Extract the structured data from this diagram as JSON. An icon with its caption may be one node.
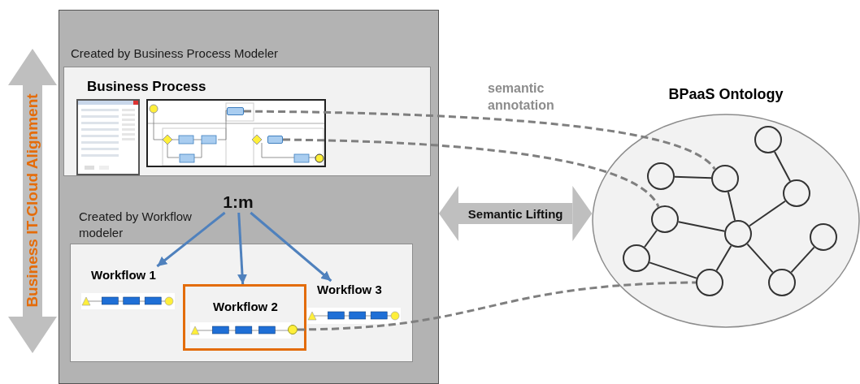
{
  "diagram": {
    "nodes": [
      {
        "text": [],
        "shape": "box"
      },
      {
        "text": [
          "Created by Business Process Modeler",
          "Business Process"
        ],
        "in": 0
      },
      {
        "text": [],
        "shape": "box",
        "in": 1
      },
      {
        "text": [],
        "shape": "box",
        "in": 1
      },
      {
        "text": [
          "1:m"
        ],
        "in": 0
      },
      {
        "text": [
          "Created by Workflow modeler"
        ],
        "in": 0
      },
      {
        "text": [
          "Workflow 1"
        ],
        "in": 5
      },
      {
        "text": [
          "Workflow 2"
        ],
        "in": 5
      },
      {
        "text": [],
        "shape": "circle",
        "in": 7
      },
      {
        "text": [
          "Workflow 3"
        ],
        "in": 5
      },
      {
        "text": [
          "BPaaS Ontology"
        ]
      },
      {
        "text": [],
        "shape": "circle",
        "in": 10
      },
      {
        "text": [],
        "shape": "circle",
        "in": 10
      },
      {
        "text": [],
        "shape": "circle",
        "in": 10
      },
      {
        "text": [],
        "shape": "circle",
        "in": 10
      },
      {
        "text": [],
        "shape": "circle",
        "in": 10
      },
      {
        "text": [],
        "shape": "circle",
        "in": 10
      },
      {
        "text": [],
        "shape": "circle",
        "in": 10
      },
      {
        "text": [],
        "shape": "circle",
        "in": 10
      },
      {
        "text": [],
        "shape": "circle",
        "in": 10
      },
      {
        "text": [],
        "shape": "circle",
        "in": 10
      }
    ],
    "edges": [
      {
        "from": 4,
        "to": 6,
        "arrow": "to",
        "color": "#4f81bd"
      },
      {
        "from": 4,
        "to": 7,
        "arrow": "to",
        "color": "#4f81bd"
      },
      {
        "from": 4,
        "to": 9,
        "arrow": "to",
        "color": "#4f81bd"
      },
      {
        "from": 0,
        "to": 10,
        "arrow": "both",
        "label": "Semantic Lifting",
        "style": "thick",
        "color": "#bfbfbf"
      },
      {
        "from": 2,
        "to": 13,
        "arrow": "none",
        "style": "dashed",
        "color": "#7f7f7f"
      },
      {
        "from": 3,
        "to": 15,
        "arrow": "none",
        "style": "dashed",
        "color": "#7f7f7f"
      },
      {
        "from": 8,
        "to": 19,
        "arrow": "none",
        "style": "dashed",
        "color": "#7f7f7f"
      },
      {
        "from": 12,
        "to": 13,
        "arrow": "none"
      },
      {
        "from": 13,
        "to": 16,
        "arrow": "none"
      },
      {
        "from": 11,
        "to": 14,
        "arrow": "none"
      },
      {
        "from": 14,
        "to": 16,
        "arrow": "none"
      },
      {
        "from": 15,
        "to": 16,
        "arrow": "none"
      },
      {
        "from": 15,
        "to": 18,
        "arrow": "none"
      },
      {
        "from": 18,
        "to": 19,
        "arrow": "none"
      },
      {
        "from": 16,
        "to": 19,
        "arrow": "none"
      },
      {
        "from": 16,
        "to": 20,
        "arrow": "none"
      },
      {
        "from": 17,
        "to": 20,
        "arrow": "none"
      }
    ],
    "labels": [
      "Business IT-Cloud Alignment",
      "semantic annotation"
    ]
  }
}
